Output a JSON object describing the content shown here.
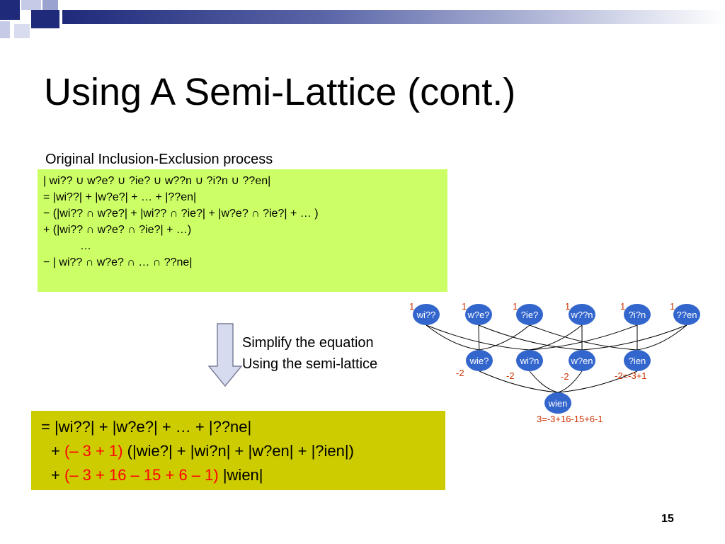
{
  "slide": {
    "title": "Using A Semi-Lattice (cont.)",
    "subheading": "Original Inclusion-Exclusion process",
    "page_number": "15"
  },
  "original_box": {
    "lines": [
      "| wi?? ∪ w?e? ∪ ?ie? ∪ w??n ∪ ?i?n ∪ ??en|",
      "=  |wi??| + |w?e?| + … + |??en|",
      "− (|wi?? ∩ w?e?| + |wi?? ∩ ?ie?| + |w?e? ∩ ?ie?| + … )",
      "+ (|wi?? ∩ w?e? ∩ ?ie?| + …)",
      "…",
      "− | wi?? ∩ w?e? ∩ … ∩ ??ne|"
    ]
  },
  "simplify": {
    "line1": "Simplify the equation",
    "line2": "Using the semi-lattice"
  },
  "result_box": {
    "line1": "= |wi??| + |w?e?| + … + |??ne|",
    "line2_op": "+",
    "line2_coef": "(– 3 + 1)",
    "line2_rest": "(|wie?| + |wi?n| + |w?en| + |?ien|)",
    "line3_op": "+",
    "line3_coef": "(– 3 + 16 – 15 + 6 – 1)",
    "line3_rest": "|wien|"
  },
  "lattice": {
    "node_color": "#3366cc",
    "weight_color": "#cc3300",
    "top_nodes": [
      "wi??",
      "w?e?",
      "?ie?",
      "w??n",
      "?i?n",
      "??en"
    ],
    "top_weights": [
      "1",
      "1",
      "1",
      "1",
      "1",
      "1"
    ],
    "mid_nodes": [
      "wie?",
      "wi?n",
      "w?en",
      "?ien"
    ],
    "mid_weights": [
      "-2",
      "-2",
      "-2",
      "-2=-3+1"
    ],
    "bottom_node": "wien",
    "bottom_weight": "3=-3+16-15+6-1"
  }
}
